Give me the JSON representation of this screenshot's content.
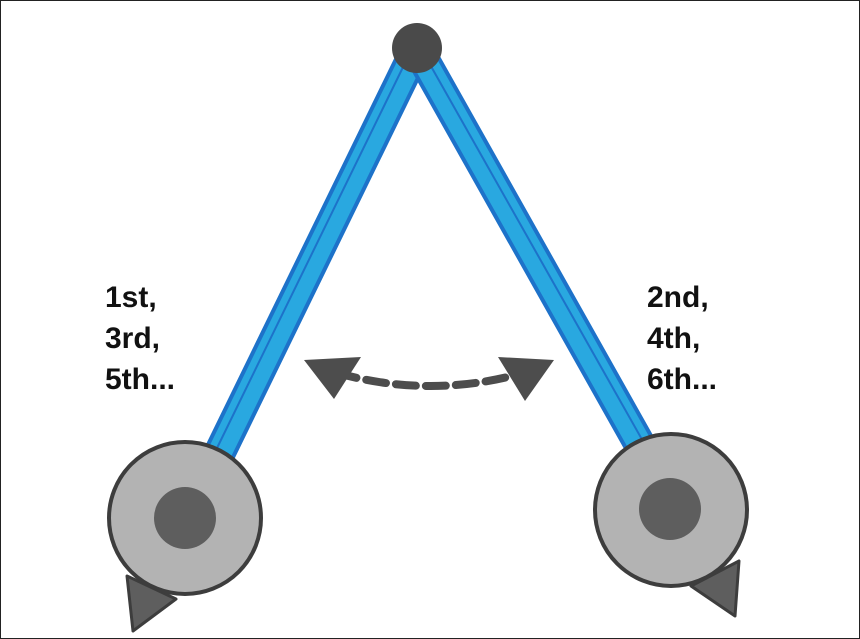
{
  "left_labels": [
    "1st,",
    "3rd,",
    "5th..."
  ],
  "right_labels": [
    "2nd,",
    "4th,",
    "6th..."
  ],
  "colors": {
    "arm_fill": "#29a8e0",
    "arm_edge": "#1d72c9",
    "pivot": "#4a4a4a",
    "wheel_fill": "#b3b3b3",
    "wheel_hub": "#5e5e5e",
    "wheel_edge": "#3d3d3d",
    "arrow": "#4d4d4d"
  }
}
